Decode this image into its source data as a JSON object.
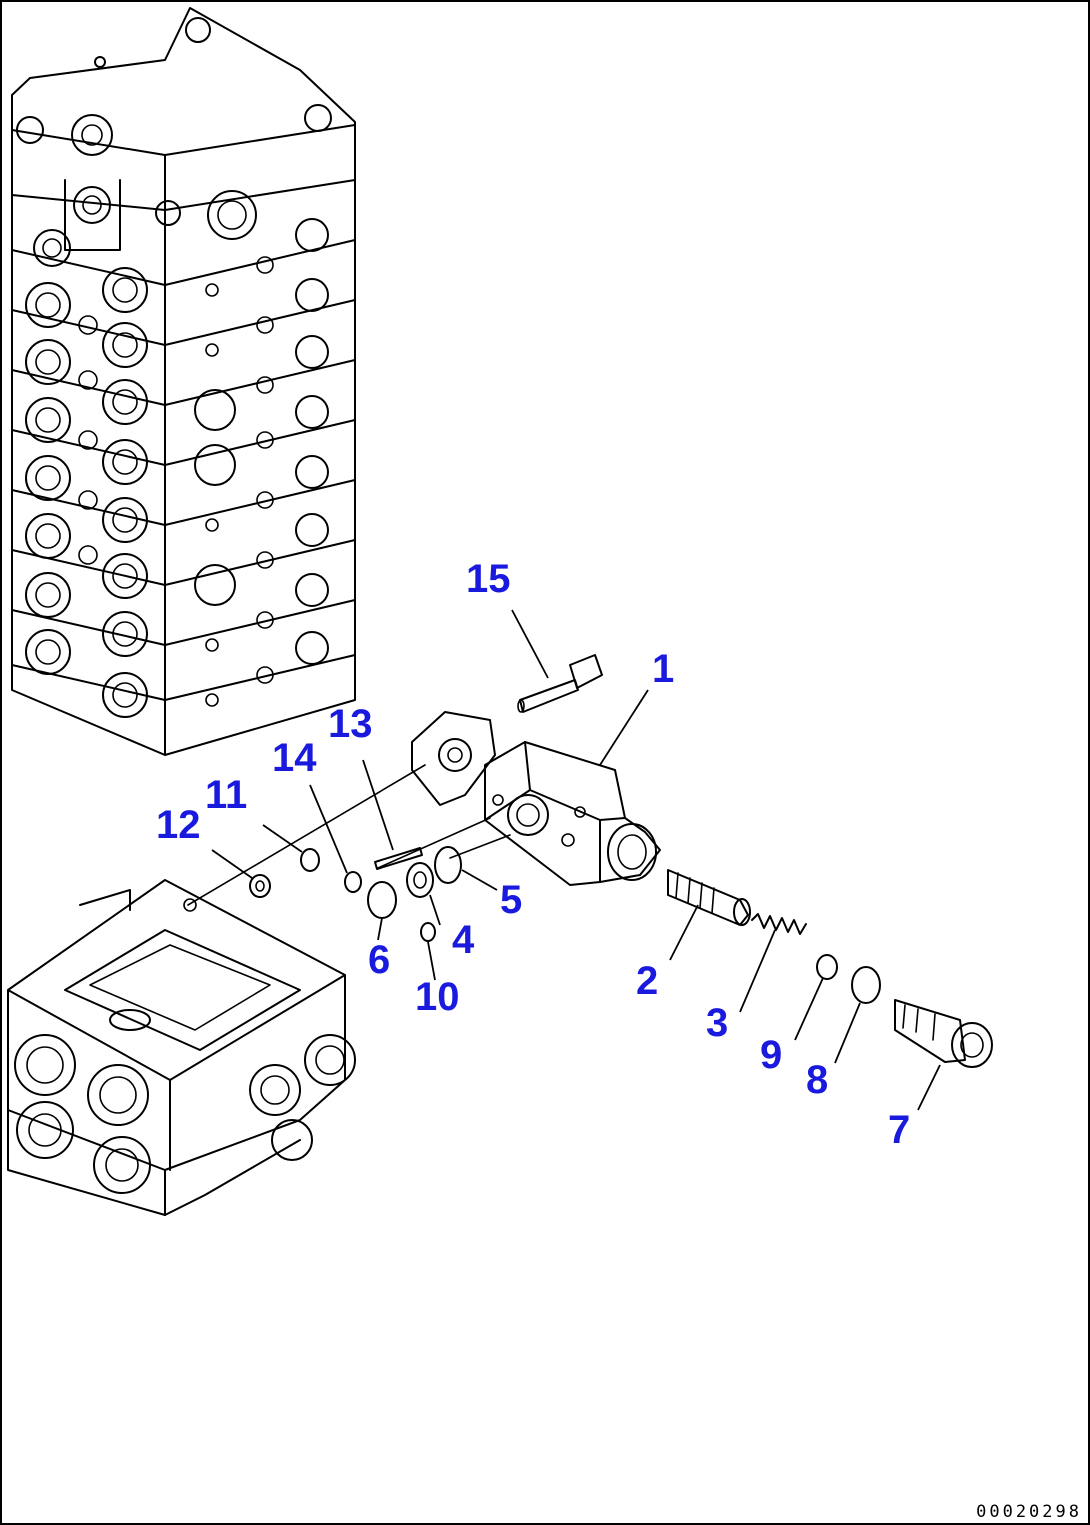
{
  "drawing_number": "00020298",
  "callout_color": "#1a1adf",
  "callouts": [
    "1",
    "2",
    "3",
    "4",
    "5",
    "6",
    "7",
    "8",
    "9",
    "10",
    "11",
    "12",
    "13",
    "14",
    "15"
  ]
}
